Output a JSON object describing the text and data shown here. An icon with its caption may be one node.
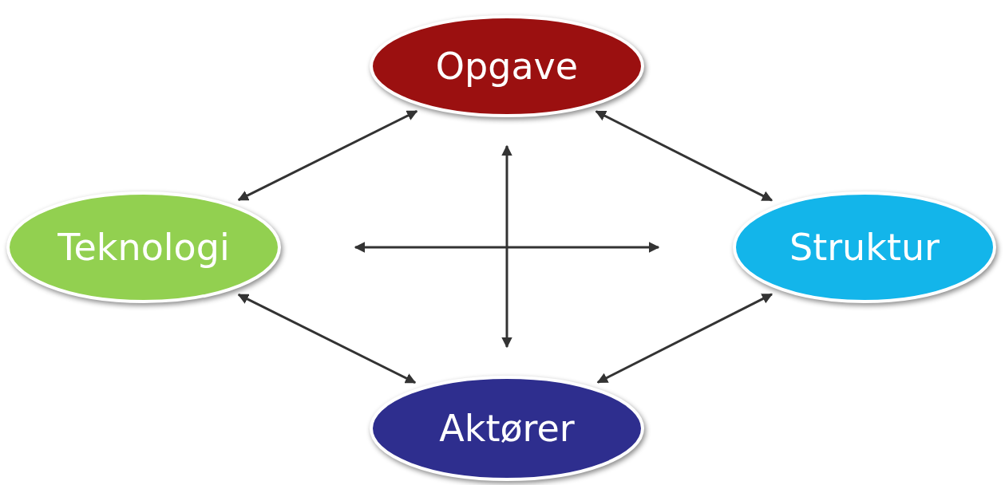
{
  "diagram": {
    "nodes": [
      {
        "text": [
          "Opgave"
        ]
      },
      {
        "text": [
          "Teknologi"
        ]
      },
      {
        "text": [
          "Struktur"
        ]
      },
      {
        "text": [
          "Aktører"
        ]
      }
    ],
    "edges": [
      {
        "from": 1,
        "to": 0,
        "arrow": "both"
      },
      {
        "from": 0,
        "to": 2,
        "arrow": "both"
      },
      {
        "from": 1,
        "to": 3,
        "arrow": "both"
      },
      {
        "from": 3,
        "to": 2,
        "arrow": "both"
      },
      {
        "from": 0,
        "to": 3,
        "arrow": "both"
      },
      {
        "from": 1,
        "to": 2,
        "arrow": "both"
      }
    ]
  }
}
